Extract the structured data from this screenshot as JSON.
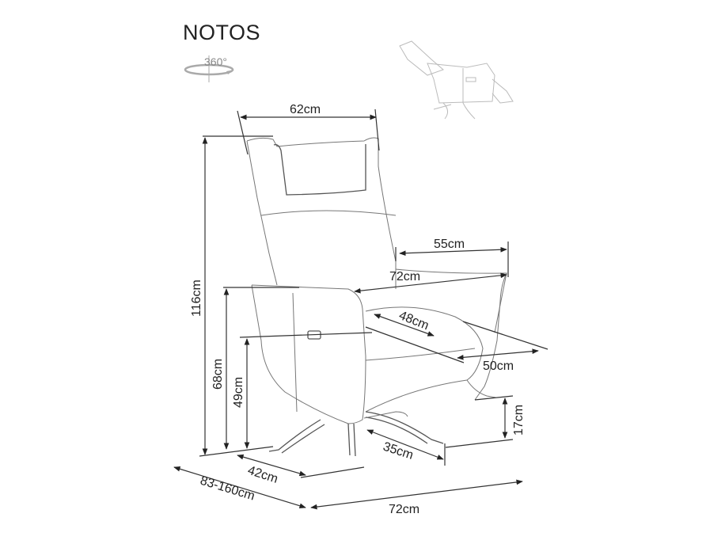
{
  "product": {
    "name": "NOTOS",
    "rotation_label": "360°"
  },
  "dimensions": {
    "top_width": "62cm",
    "total_height": "116cm",
    "armrest_height": "68cm",
    "seat_height": "49cm",
    "seat_back_depth": "55cm",
    "upper_width": "72cm",
    "seat_depth": "48cm",
    "seat_width": "50cm",
    "footrest_height": "17cm",
    "base_leg": "35cm",
    "base_depth": "42cm",
    "total_depth": "83-160cm",
    "total_width": "72cm"
  }
}
